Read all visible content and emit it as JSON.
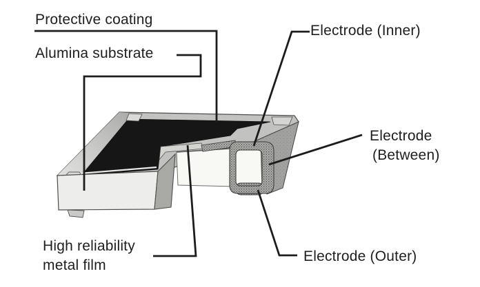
{
  "diagram": {
    "title": "chip-resistor-structure-cutaway",
    "type": "technical-illustration"
  },
  "labels": {
    "protective_coating": "Protective coating",
    "alumina_substrate": "Alumina substrate",
    "electrode_inner": "Electrode (Inner)",
    "electrode_between_line1": "Electrode",
    "electrode_between_line2": "(Between)",
    "electrode_outer": "Electrode (Outer)",
    "metal_film_line1": "High reliability",
    "metal_film_line2": "metal film"
  },
  "colors": {
    "background": "#ffffff",
    "coating": "#161616",
    "substrate_top_rim": "#c2c2c0",
    "substrate_front_face": "#ededeb",
    "cut_side_face": "#a8a8a5",
    "right_side_face": "#a2a2a0",
    "electrode_face": "#f8f8f5",
    "metal_film_strip": "#d3d3d0",
    "plating_stipple": "#b0b0ad",
    "leader_line": "#1c1c1c",
    "edge_line": "#4d4d4b"
  }
}
